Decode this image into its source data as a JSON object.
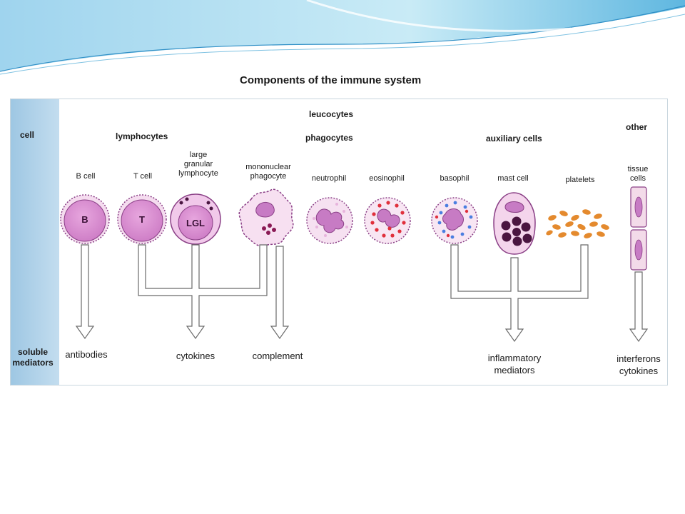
{
  "title": "Components of the immune system",
  "rows": {
    "cell": "cell",
    "soluble_mediators": "soluble\nmediators"
  },
  "groups": {
    "leucocytes": "leucocytes",
    "lymphocytes": "lymphocytes",
    "phagocytes": "phagocytes",
    "auxiliary_cells": "auxiliary cells",
    "other": "other"
  },
  "cells": {
    "b_cell": "B cell",
    "t_cell": "T cell",
    "lgl": "large\ngranular\nlymphocyte",
    "mononuclear_phagocyte": "mononuclear\nphagocyte",
    "neutrophil": "neutrophil",
    "eosinophil": "eosinophil",
    "basophil": "basophil",
    "mast_cell": "mast cell",
    "platelets": "platelets",
    "tissue_cells": "tissue\ncells"
  },
  "cell_marks": {
    "b": "B",
    "t": "T",
    "lgl": "LGL"
  },
  "mediators": {
    "antibodies": "antibodies",
    "cytokines": "cytokines",
    "complement": "complement",
    "inflammatory": "inflammatory\nmediators",
    "interferons": "interferons\ncytokines"
  },
  "colors": {
    "cell_fill": "#d98fd0",
    "cell_outline": "#8a3f86",
    "nucleus": "#c77bc4",
    "granule_red": "#e0303c",
    "granule_blue": "#4a7ee0",
    "granule_dark": "#4a1540",
    "platelet": "#e48a2e",
    "sidebar": "#a8cde6",
    "arrow_fill": "#ffffff",
    "arrow_stroke": "#6a6a6a"
  }
}
